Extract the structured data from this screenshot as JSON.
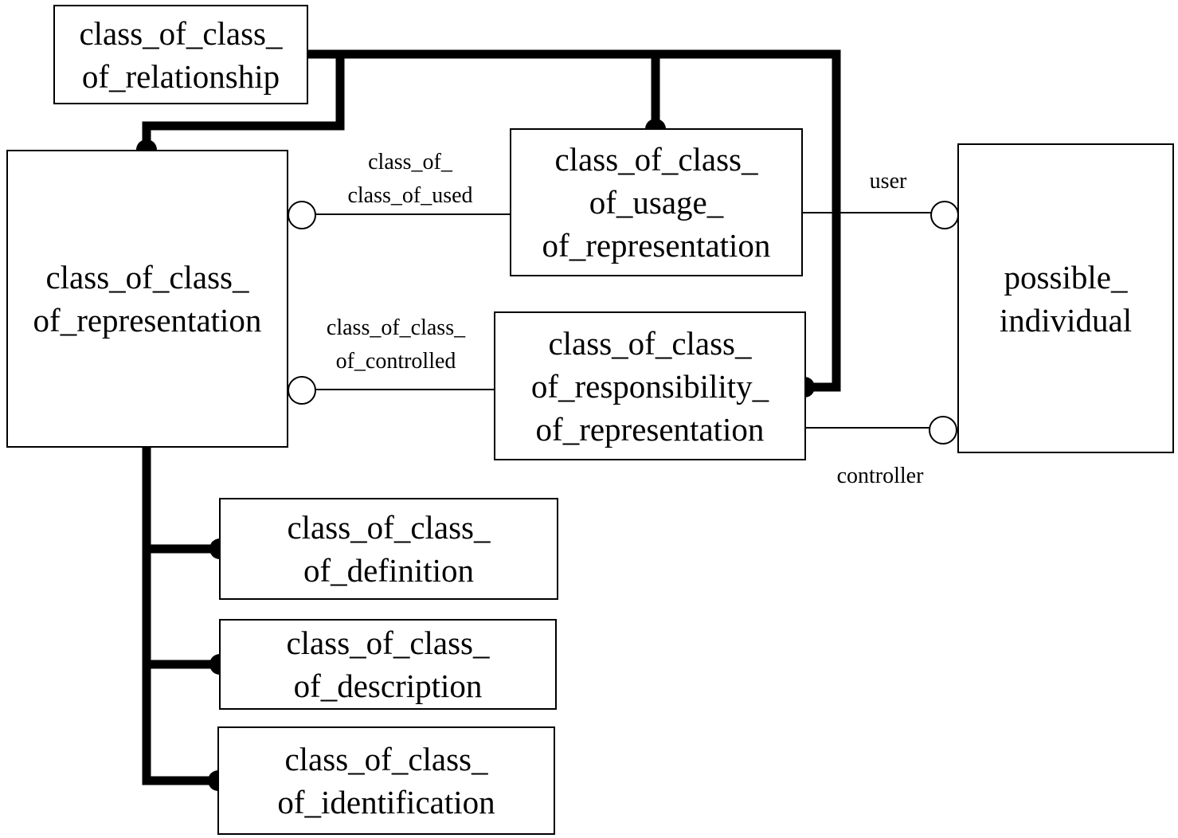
{
  "diagram": {
    "entities": {
      "relationship": {
        "lines": [
          "class_of_class_",
          "of_relationship"
        ]
      },
      "representation": {
        "lines": [
          "class_of_class_",
          "of_representation"
        ]
      },
      "usage": {
        "lines": [
          "class_of_class_",
          "of_usage_",
          "of_representation"
        ]
      },
      "responsibility": {
        "lines": [
          "class_of_class_",
          "of_responsibility_",
          "of_representation"
        ]
      },
      "possible_individual": {
        "lines": [
          "possible_",
          "individual"
        ]
      },
      "definition": {
        "lines": [
          "class_of_class_",
          "of_definition"
        ]
      },
      "description": {
        "lines": [
          "class_of_class_",
          "of_description"
        ]
      },
      "identification": {
        "lines": [
          "class_of_class_",
          "of_identification"
        ]
      }
    },
    "relationships": {
      "used": {
        "lines": [
          "class_of_",
          "class_of_used"
        ]
      },
      "controlled": {
        "lines": [
          "class_of_class_",
          "of_controlled"
        ]
      },
      "user": {
        "lines": [
          "user"
        ]
      },
      "controller": {
        "lines": [
          "controller"
        ]
      }
    },
    "colors": {
      "line": "#000000",
      "background": "#ffffff"
    }
  }
}
